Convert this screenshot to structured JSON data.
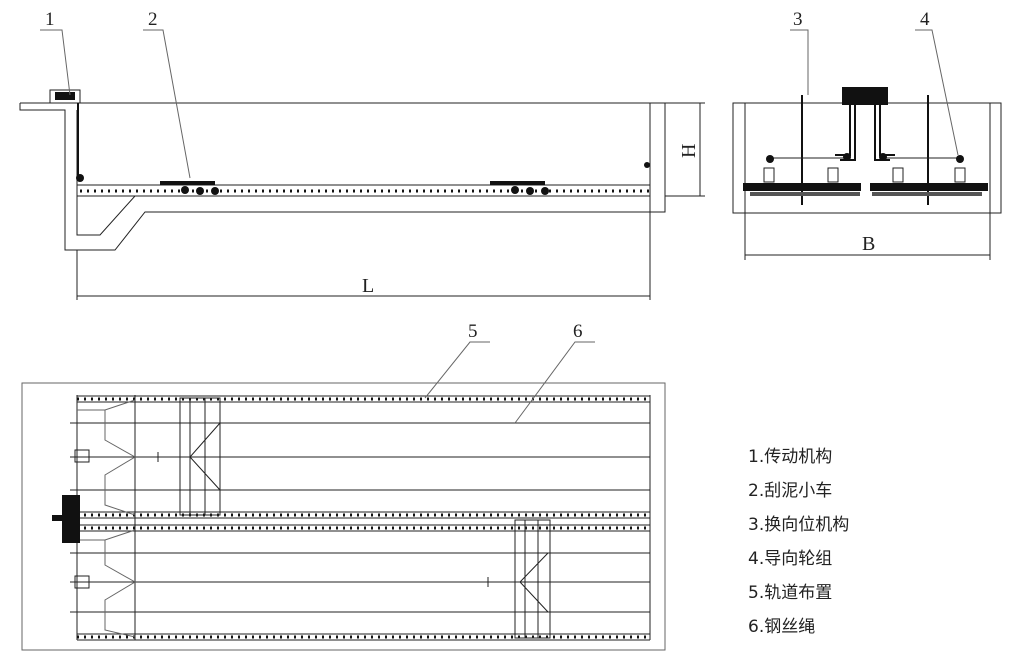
{
  "elevation": {
    "callouts": [
      "1",
      "2"
    ],
    "dim_length": "L",
    "dim_height": "H"
  },
  "cross_section": {
    "callouts": [
      "3",
      "4"
    ],
    "dim_width": "B"
  },
  "plan": {
    "callouts": [
      "5",
      "6"
    ]
  },
  "legend": [
    "1.传动机构",
    "2.刮泥小车",
    "3.换向位机构",
    "4.导向轮组",
    "5.轨道布置",
    "6.钢丝绳"
  ]
}
